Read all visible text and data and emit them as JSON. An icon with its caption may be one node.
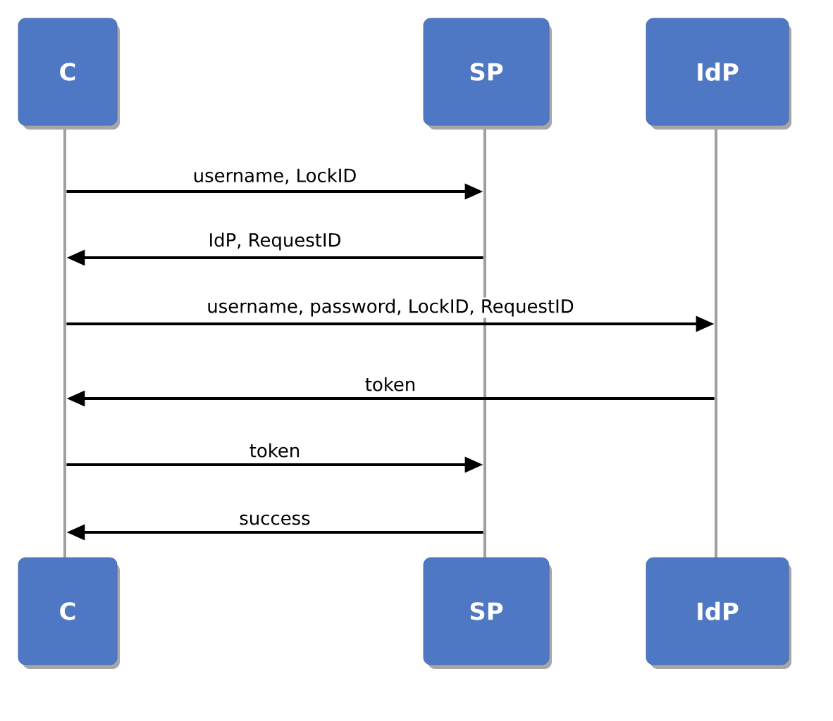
{
  "diagram": {
    "nodes": [
      {
        "text": [
          "C"
        ]
      },
      {
        "text": [
          "SP"
        ]
      },
      {
        "text": [
          "IdP"
        ]
      },
      {
        "text": [
          "C"
        ]
      },
      {
        "text": [
          "SP"
        ]
      },
      {
        "text": [
          "IdP"
        ]
      },
      {
        "text": [],
        "shape": "bar"
      },
      {
        "text": [],
        "shape": "bar"
      },
      {
        "text": [],
        "shape": "bar"
      }
    ],
    "edges": [
      {
        "from": 6,
        "to": 7,
        "arrow": "to",
        "label": "username, LockID"
      },
      {
        "from": 7,
        "to": 6,
        "arrow": "to",
        "label": "IdP, RequestID"
      },
      {
        "from": 6,
        "to": 8,
        "arrow": "to",
        "label": "username, password, LockID, RequestID"
      },
      {
        "from": 8,
        "to": 6,
        "arrow": "to",
        "label": "token"
      },
      {
        "from": 6,
        "to": 7,
        "arrow": "to",
        "label": "token"
      },
      {
        "from": 7,
        "to": 6,
        "arrow": "to",
        "label": "success"
      }
    ]
  }
}
